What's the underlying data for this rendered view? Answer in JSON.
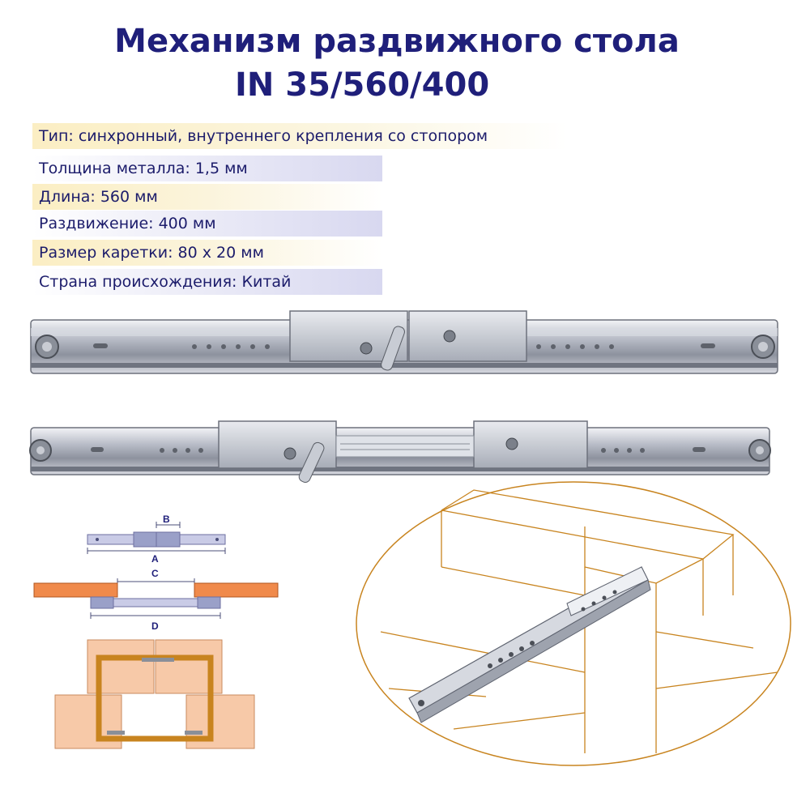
{
  "header": {
    "title_line1": "Механизм раздвижного стола",
    "title_line2": "IN 35/560/400"
  },
  "specs": [
    {
      "text": "Тип: синхронный, внутреннего крепления со стопором"
    },
    {
      "text": "Толщина металла: 1,5 мм"
    },
    {
      "text": "Длина: 560 мм"
    },
    {
      "text": "Раздвижение: 400 мм"
    },
    {
      "text": "Размер каретки: 80 x 20 мм"
    },
    {
      "text": "Страна происхождения: Китай"
    }
  ],
  "diagram": {
    "labels": {
      "a": "A",
      "b": "B",
      "c": "C",
      "d": "D"
    }
  },
  "colors": {
    "title": "#1f1f7a",
    "spec_text": "#1c1c6b",
    "wood_orange": "#f08a4b",
    "wood_light": "#f7c9a8",
    "wood_line": "#c8841f",
    "metal": "#bfc3cf",
    "rail_blue": "#c9cbe6"
  }
}
